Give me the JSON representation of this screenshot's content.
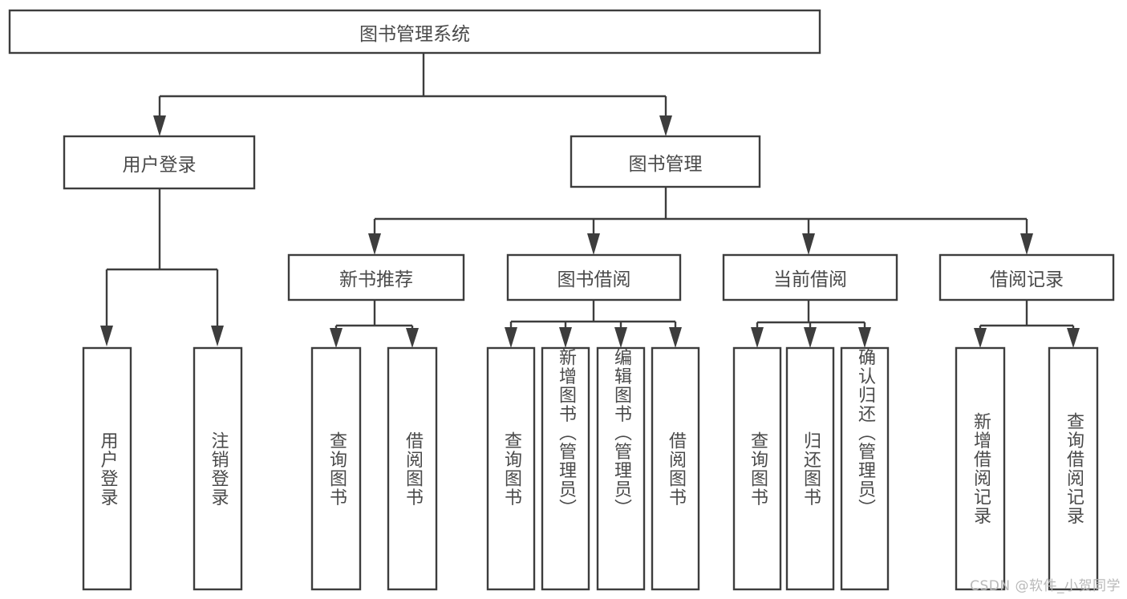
{
  "diagram": {
    "title": "图书管理系统",
    "watermark": "CSDN @软件_小贺同学",
    "colors": {
      "box_stroke": "#3d3d3d",
      "box_fill": "#ffffff",
      "text": "#4a4a4a",
      "background": "#ffffff",
      "watermark": "#b9b9b9"
    },
    "root": {
      "label": "图书管理系统",
      "orientation": "horizontal"
    },
    "level2": [
      {
        "id": "user-login",
        "label": "用户登录",
        "orientation": "horizontal"
      },
      {
        "id": "book-manage",
        "label": "图书管理",
        "orientation": "horizontal"
      }
    ],
    "level3": [
      {
        "id": "new-book-recommend",
        "label": "新书推荐",
        "orientation": "horizontal",
        "parent": "book-manage"
      },
      {
        "id": "book-borrow",
        "label": "图书借阅",
        "orientation": "horizontal",
        "parent": "book-manage"
      },
      {
        "id": "current-borrow",
        "label": "当前借阅",
        "orientation": "horizontal",
        "parent": "book-manage"
      },
      {
        "id": "borrow-record",
        "label": "借阅记录",
        "orientation": "horizontal",
        "parent": "book-manage"
      }
    ],
    "leaves": [
      {
        "id": "leaf-user-login",
        "label": "用户登录",
        "parent": "user-login"
      },
      {
        "id": "leaf-logout-login",
        "label": "注销登录",
        "parent": "user-login"
      },
      {
        "id": "leaf-query-book-1",
        "label": "查询图书",
        "parent": "new-book-recommend"
      },
      {
        "id": "leaf-borrow-book-1",
        "label": "借阅图书",
        "parent": "new-book-recommend"
      },
      {
        "id": "leaf-query-book-2",
        "label": "查询图书",
        "parent": "book-borrow"
      },
      {
        "id": "leaf-add-book",
        "label": "新增图书（管理员）",
        "parent": "book-borrow"
      },
      {
        "id": "leaf-edit-book",
        "label": "编辑图书（管理员）",
        "parent": "book-borrow"
      },
      {
        "id": "leaf-borrow-book-2",
        "label": "借阅图书",
        "parent": "book-borrow"
      },
      {
        "id": "leaf-query-book-3",
        "label": "查询图书",
        "parent": "current-borrow"
      },
      {
        "id": "leaf-return-book",
        "label": "归还图书",
        "parent": "current-borrow"
      },
      {
        "id": "leaf-confirm-return",
        "label": "确认归还（管理员）",
        "parent": "current-borrow"
      },
      {
        "id": "leaf-add-record",
        "label": "新增借阅记录",
        "parent": "borrow-record"
      },
      {
        "id": "leaf-query-record",
        "label": "查询借阅记录",
        "parent": "borrow-record"
      }
    ]
  }
}
